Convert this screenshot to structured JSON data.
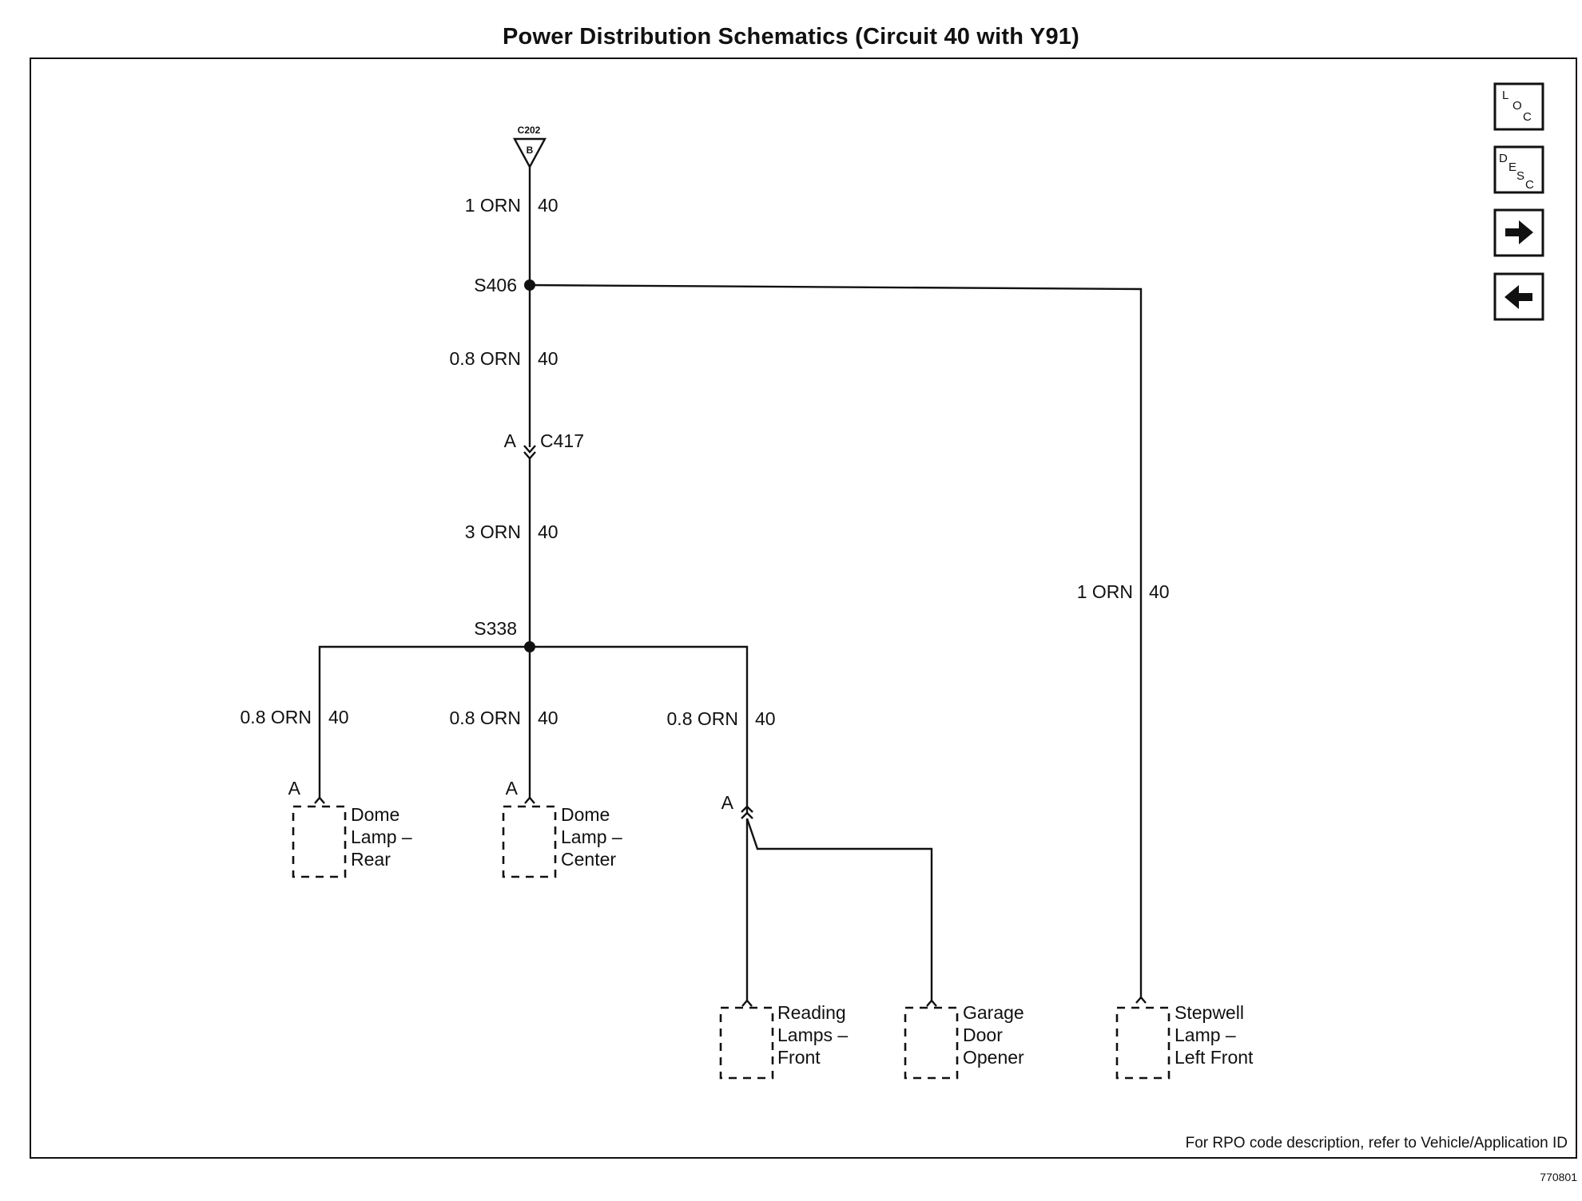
{
  "title": "Power Distribution Schematics (Circuit 40 with Y91)",
  "footer_note": "For RPO code description, refer to Vehicle/Application ID",
  "figure_id": "770801",
  "nav_buttons": {
    "loc": [
      "L",
      "O",
      "C"
    ],
    "desc": [
      "D",
      "E",
      "S",
      "C"
    ],
    "forward_icon": "arrow-right-icon",
    "back_icon": "arrow-left-icon"
  },
  "connectors": {
    "c202": {
      "name": "C202",
      "pin": "B"
    },
    "c417": {
      "name": "C417",
      "pin": "A"
    }
  },
  "splices": {
    "s406": "S406",
    "s338": "S338"
  },
  "wires": {
    "c202_s406": {
      "gauge": "1 ORN",
      "circuit": "40"
    },
    "s406_c417": {
      "gauge": "0.8 ORN",
      "circuit": "40"
    },
    "c417_s338": {
      "gauge": "3 ORN",
      "circuit": "40"
    },
    "s406_stepwell": {
      "gauge": "1 ORN",
      "circuit": "40"
    },
    "s338_rear": {
      "gauge": "0.8 ORN",
      "circuit": "40"
    },
    "s338_center": {
      "gauge": "0.8 ORN",
      "circuit": "40"
    },
    "s338_reading": {
      "gauge": "0.8 ORN",
      "circuit": "40"
    }
  },
  "components": {
    "dome_rear": {
      "pin": "A",
      "lines": [
        "Dome",
        "Lamp –",
        "Rear"
      ]
    },
    "dome_center": {
      "pin": "A",
      "lines": [
        "Dome",
        "Lamp –",
        "Center"
      ]
    },
    "reading_pin": "A",
    "reading_front": {
      "lines": [
        "Reading",
        "Lamps –",
        "Front"
      ]
    },
    "garage_door": {
      "lines": [
        "Garage",
        "Door",
        "Opener"
      ]
    },
    "stepwell": {
      "lines": [
        "Stepwell",
        "Lamp –",
        "Left Front"
      ]
    }
  }
}
